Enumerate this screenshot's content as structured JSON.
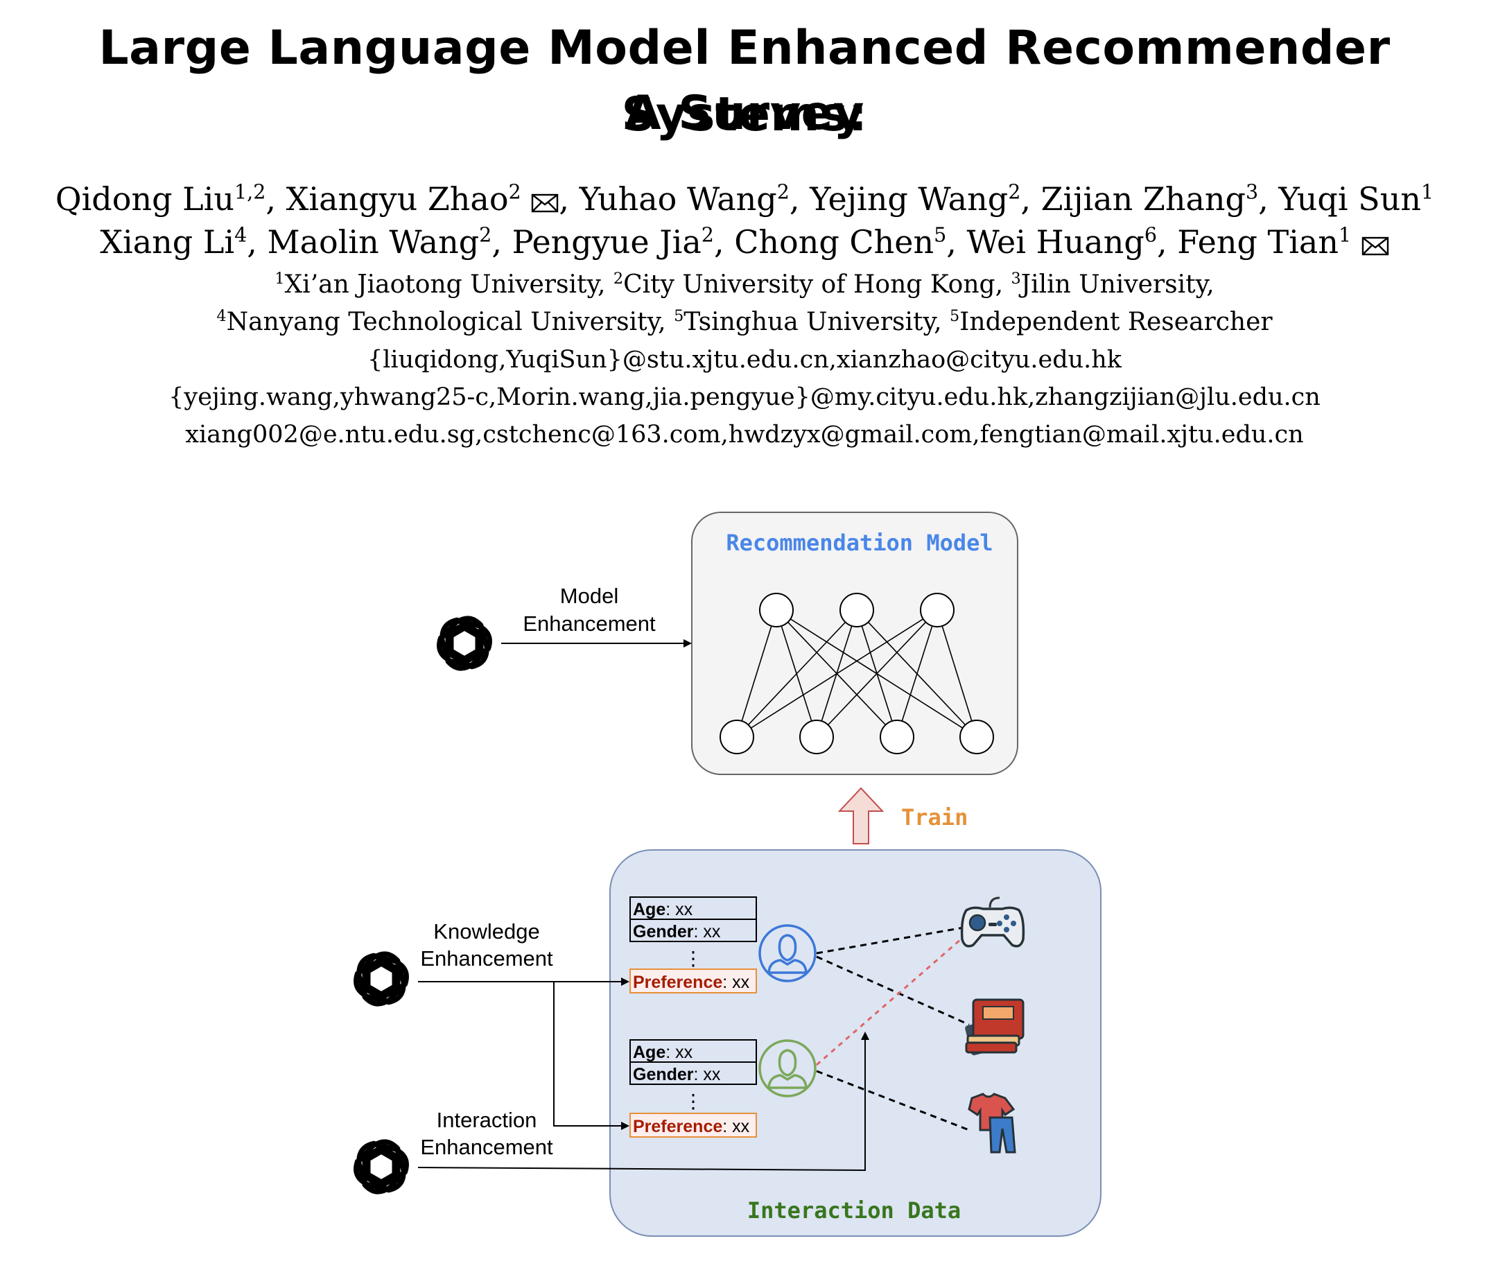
{
  "paper": {
    "title_line1": "Large Language Model Enhanced Recommender Systems:",
    "title_line2": "A Survey",
    "authors_line1": [
      {
        "name": "Qidong Liu",
        "sup": "1,2",
        "sep": ", "
      },
      {
        "name": "Xiangyu Zhao",
        "sup": "2",
        "mail": true,
        "sep": ", "
      },
      {
        "name": "Yuhao Wang",
        "sup": "2",
        "sep": ", "
      },
      {
        "name": "Yejing Wang",
        "sup": "2",
        "sep": ", "
      },
      {
        "name": "Zijian Zhang",
        "sup": "3",
        "sep": ", "
      },
      {
        "name": "Yuqi Sun",
        "sup": "1",
        "sep": ""
      }
    ],
    "authors_line2": [
      {
        "name": "Xiang Li",
        "sup": "4",
        "sep": ", "
      },
      {
        "name": "Maolin Wang",
        "sup": "2",
        "sep": ", "
      },
      {
        "name": "Pengyue Jia",
        "sup": "2",
        "sep": ", "
      },
      {
        "name": "Chong Chen",
        "sup": "5",
        "sep": ", "
      },
      {
        "name": "Wei Huang",
        "sup": "6",
        "sep": ", "
      },
      {
        "name": "Feng Tian",
        "sup": "1",
        "mail": true,
        "sep": ""
      }
    ],
    "affiliations_line1": [
      {
        "sup": "1",
        "name": "Xi’an Jiaotong University",
        "sep": ", "
      },
      {
        "sup": "2",
        "name": "City University of Hong Kong",
        "sep": ", "
      },
      {
        "sup": "3",
        "name": "Jilin University",
        "sep": ","
      }
    ],
    "affiliations_line2": [
      {
        "sup": "4",
        "name": "Nanyang Technological University",
        "sep": ", "
      },
      {
        "sup": "5",
        "name": "Tsinghua University",
        "sep": ", "
      },
      {
        "sup": "5",
        "name": "Independent Researcher",
        "sep": ""
      }
    ],
    "emails": [
      "{liuqidong,YuqiSun}@stu.xjtu.edu.cn,xianzhao@cityu.edu.hk",
      "{yejing.wang,yhwang25-c,Morin.wang,jia.pengyue}@my.cityu.edu.hk,zhangzijian@jlu.edu.cn",
      "xiang002@e.ntu.edu.sg,cstchenc@163.com,hwdzyx@gmail.com,fengtian@mail.xjtu.edu.cn"
    ]
  },
  "figure": {
    "recommendation_model_label": "Recommendation Model",
    "train_label": "Train",
    "interaction_data_label": "Interaction Data",
    "model_enhancement": [
      "Model",
      "Enhancement"
    ],
    "knowledge_enhancement": [
      "Knowledge",
      "Enhancement"
    ],
    "interaction_enhancement": [
      "Interaction",
      "Enhancement"
    ],
    "profile_fields": {
      "age_key": "Age",
      "gender_key": "Gender",
      "preference_key": "Preference",
      "value": ": xx",
      "ellipsis": "⋮"
    },
    "colors": {
      "rec_model_title": "#4a86e8",
      "train": "#e69138",
      "interaction_data": "#38761d",
      "preference": "#a61c00",
      "user1": "#3c78d8",
      "user2": "#7aa85a",
      "box_fill": "#dde4f2",
      "red_dash": "#e06666"
    },
    "icons": [
      "openai-logo-icon",
      "game-controller-icon",
      "book-icon",
      "clothes-icon",
      "user-icon"
    ]
  }
}
